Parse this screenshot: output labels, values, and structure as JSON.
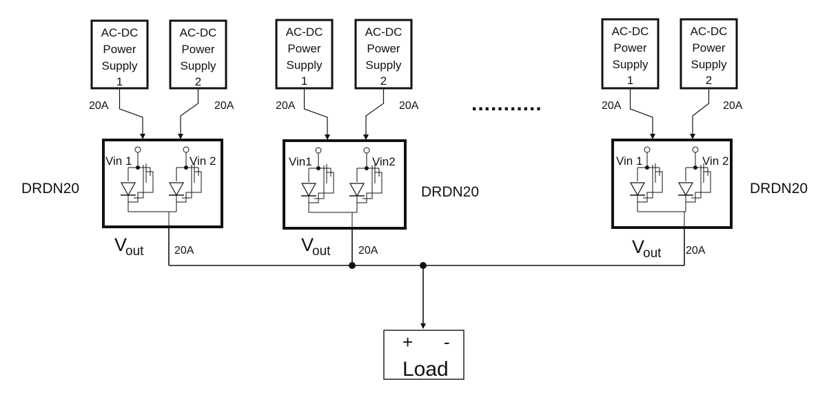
{
  "power_supply_label": [
    "AC-DC",
    "Power",
    "Supply"
  ],
  "groups": [
    {
      "supply1_number": "1",
      "supply2_number": "2",
      "current1": "20A",
      "current2": "20A",
      "vin1": "Vin 1",
      "vin2": "Vin 2",
      "module_label": "DRDN20",
      "vout_main": "V",
      "vout_sub": "out",
      "vout_current": "20A"
    },
    {
      "supply1_number": "1",
      "supply2_number": "2",
      "current1": "20A",
      "current2": "20A",
      "vin1": "Vin1",
      "vin2": "Vin2",
      "module_label": "DRDN20",
      "vout_main": "V",
      "vout_sub": "out",
      "vout_current": "20A"
    },
    {
      "supply1_number": "1",
      "supply2_number": "2",
      "current1": "20A",
      "current2": "20A",
      "vin1": "Vin 1",
      "vin2": "Vin 2",
      "module_label": "DRDN20",
      "vout_main": "V",
      "vout_sub": "out",
      "vout_current": "20A"
    }
  ],
  "ellipsis": "...........",
  "load": {
    "plus": "+",
    "minus": "-",
    "label": "Load"
  },
  "colors": {
    "line": "#111111",
    "background": "#ffffff"
  }
}
